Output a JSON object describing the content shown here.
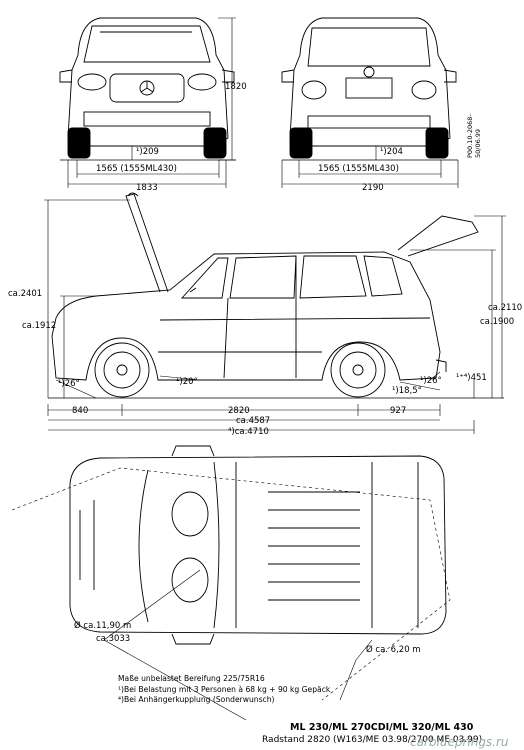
{
  "front_view": {
    "height": "1820",
    "ground_clearance": "¹)209",
    "track": "1565 (1555ML430)",
    "width": "1833"
  },
  "rear_view": {
    "ground_clearance": "¹)204",
    "track": "1565 (1555ML430)",
    "width": "2190",
    "code": "P00.10-2068-50/06.99"
  },
  "side_view": {
    "open_height_front": "ca.2401",
    "height_front": "ca.1912",
    "approach_angle": "¹)26°",
    "ramp_angle": "¹)20°",
    "departure_angle_1": "¹)18,5°",
    "departure_angle_2": "¹)26°",
    "hitch_height": "¹⁺⁴)451",
    "open_height_rear": "ca.2110",
    "height_rear": "ca.1900",
    "front_overhang": "840",
    "wheelbase": "2820",
    "rear_overhang": "927",
    "length": "ca.4587",
    "length_hitch": "⁴)ca.4710"
  },
  "top_view": {
    "turning_circle_1": "Ø ca.11,90 m",
    "turning_circle_2": "ca.3033",
    "turning_circle_3": "Ø ca. 6,20 m"
  },
  "notes": {
    "line1": "Maße unbelastet Bereifung 225/75R16",
    "line2": "¹)Bei Belastung mit 3 Personen à 68 kg + 90 kg Gepäck",
    "line3": "⁴)Bei Anhängerkupplung (Sonderwunsch)"
  },
  "title": "ML 230/ML 270CDI/ML 320/ML 430",
  "subtitle": "Radstand 2820 (W163/ME 03.98/2700 ME 03.99)",
  "watermark": "carblueprings.ru"
}
